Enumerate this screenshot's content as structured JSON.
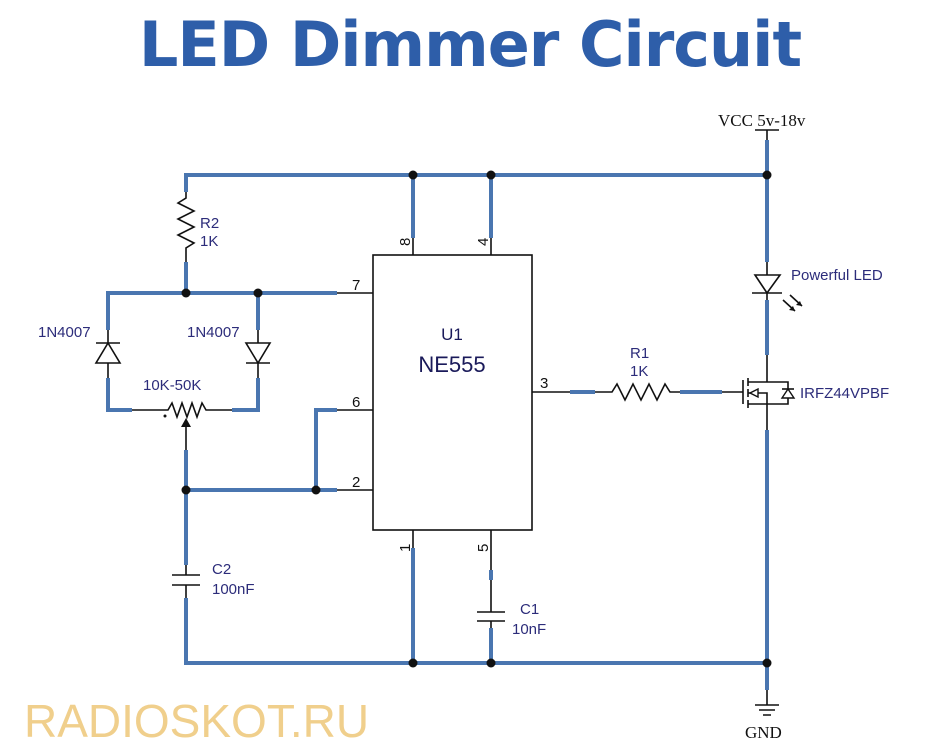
{
  "title": "LED Dimmer Circuit",
  "watermark": "RADIOSKOT.RU",
  "power": {
    "vcc": "VCC 5v-18v",
    "gnd": "GND"
  },
  "ic": {
    "ref": "U1",
    "part": "NE555",
    "pins": {
      "p8": "8",
      "p4": "4",
      "p7": "7",
      "p6": "6",
      "p2": "2",
      "p3": "3",
      "p1": "1",
      "p5": "5"
    }
  },
  "components": {
    "r2": {
      "ref": "R2",
      "value": "1K"
    },
    "r1": {
      "ref": "R1",
      "value": "1K"
    },
    "d_left": {
      "part": "1N4007"
    },
    "d_right": {
      "part": "1N4007"
    },
    "pot": {
      "value": "10K-50K"
    },
    "c2": {
      "ref": "C2",
      "value": "100nF"
    },
    "c1": {
      "ref": "C1",
      "value": "10nF"
    },
    "led": {
      "label": "Powerful LED"
    },
    "mosfet": {
      "part": "IRFZ44VPBF"
    }
  },
  "colors": {
    "wire": "#4a76b0",
    "title": "#2e5ea9",
    "label": "#2c2c7a",
    "watermark": "#f0cf8c"
  }
}
